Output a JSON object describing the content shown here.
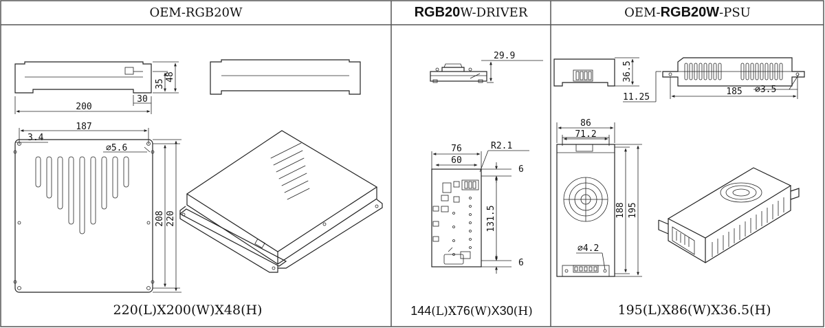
{
  "panels": [
    {
      "title": "OEM-RGB20W",
      "caption": "220(L)X200(W)X48(H)",
      "dims": {
        "d200": "200",
        "d30": "30",
        "d35": "35",
        "d48": "48",
        "d187": "187",
        "d3_4": "3.4",
        "d5_6": "⌀5.6",
        "d208": "208",
        "d220": "220"
      }
    },
    {
      "title_sans": "RGB20",
      "title_serif": "W-DRIVER",
      "caption_parts": [
        {
          "text": "144",
          "sans": true
        },
        {
          "text": "(L)X",
          "sans": false
        },
        {
          "text": "76",
          "sans": true
        },
        {
          "text": "(W)",
          "sans": false
        },
        {
          "text": "X30",
          "sans": true
        },
        {
          "text": "(H)",
          "sans": false
        }
      ],
      "dims": {
        "d29_9": "29.9",
        "d76": "76",
        "d60": "60",
        "r2_1": "R2.1",
        "d6_top": "6",
        "d131_5": "131.5",
        "d6_bottom": "6"
      }
    },
    {
      "title_pre": "OEM-",
      "title_sans": "RGB20W",
      "title_post": "-PSU",
      "caption": "195(L)X86(W)X36.5(H)",
      "dims": {
        "d36_5": "36.5",
        "d11_25": "11.25",
        "d185": "185",
        "d3_5": "⌀3.5",
        "d86": "86",
        "d71_2": "71.2",
        "d188": "188",
        "d195": "195",
        "d4_2": "⌀4.2"
      }
    }
  ]
}
